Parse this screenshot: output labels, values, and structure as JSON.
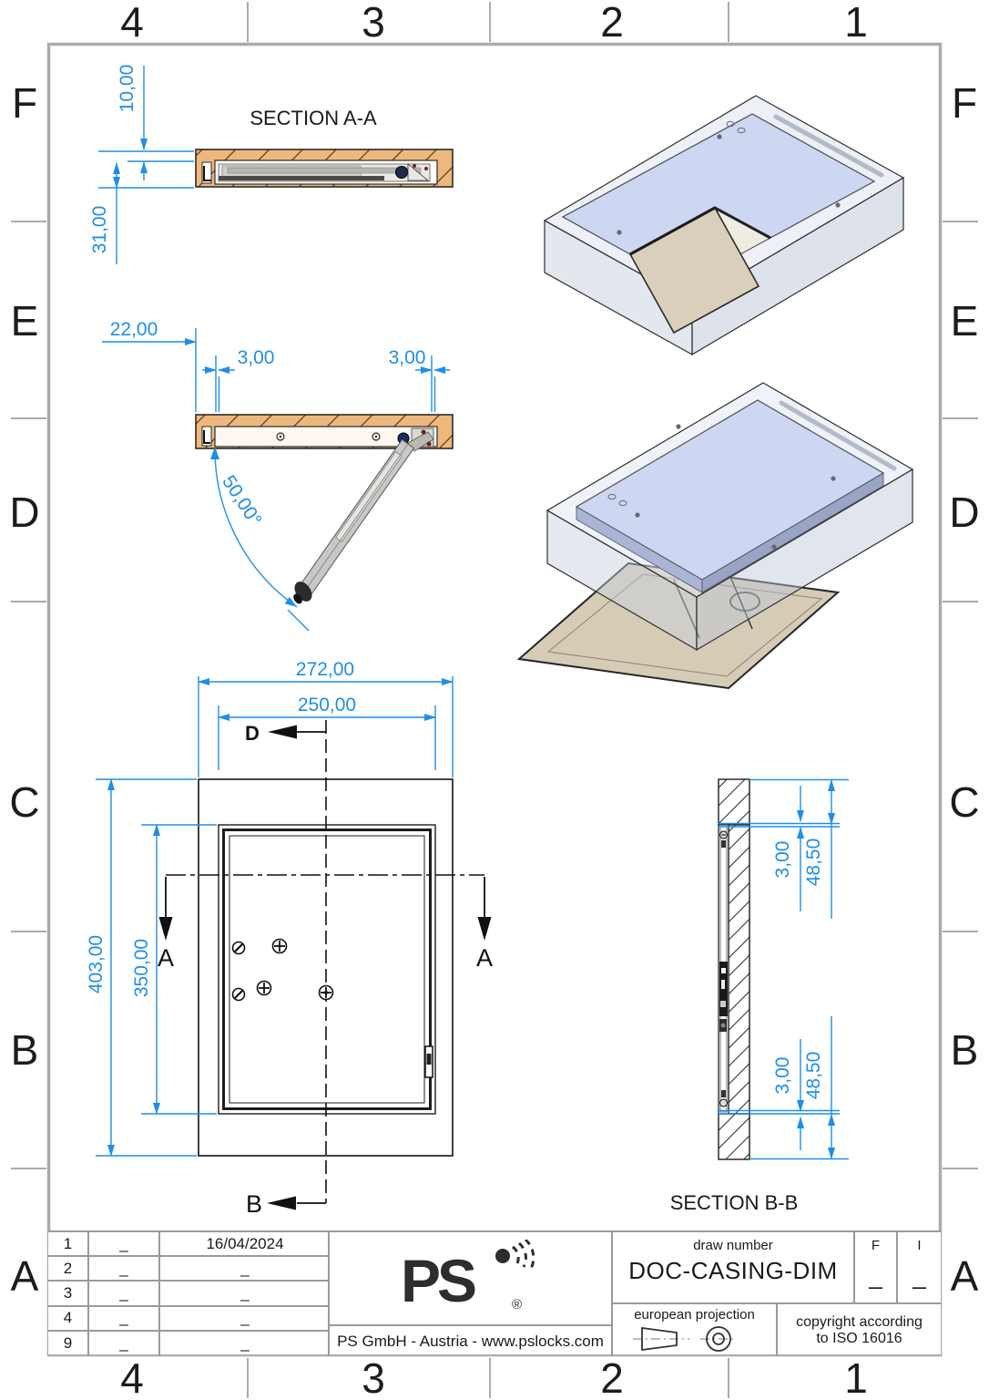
{
  "page": {
    "bg": "#ffffff",
    "frame_color": "#ababab",
    "ink_color": "#1c1c1c",
    "dim_color": "#1e8fe8",
    "wood_color": "#eeb87c"
  },
  "grid": {
    "cols": [
      "4",
      "3",
      "2",
      "1"
    ],
    "rows": [
      "F",
      "E",
      "D",
      "C",
      "B",
      "A"
    ]
  },
  "section_aa": {
    "title": "SECTION A-A",
    "dim_10": "10,00",
    "dim_31": "31,00"
  },
  "section_open": {
    "dim_22": "22,00",
    "dim_3_left": "3,00",
    "dim_3_right": "3,00",
    "dim_angle": "50,00°"
  },
  "front_view": {
    "dim_272": "272,00",
    "dim_250": "250,00",
    "dim_403": "403,00",
    "dim_350": "350,00",
    "label_d": "D",
    "label_b": "B",
    "label_a_left": "A",
    "label_a_right": "A"
  },
  "section_bb": {
    "title": "SECTION B-B",
    "dim_3_top": "3,00",
    "dim_485_top": "48,50",
    "dim_3_bottom": "3,00",
    "dim_485_bottom": "48,50"
  },
  "title_block": {
    "revisions": [
      {
        "no": "1",
        "mark": "_",
        "date": "16/04/2024"
      },
      {
        "no": "2",
        "mark": "_",
        "date": "_"
      },
      {
        "no": "3",
        "mark": "_",
        "date": "_"
      },
      {
        "no": "4",
        "mark": "_",
        "date": "_"
      },
      {
        "no": "9",
        "mark": "_",
        "date": "_"
      }
    ],
    "logo_text": "PS",
    "registered": "®",
    "company": "PS GmbH - Austria - www.pslocks.com",
    "draw_number_label": "draw number",
    "draw_number": "DOC-CASING-DIM",
    "rev_f_label": "F",
    "rev_f_value": "_",
    "rev_i_label": "I",
    "rev_i_value": "_",
    "projection_label": "european projection",
    "copyright_line1": "copyright according",
    "copyright_line2": "to ISO 16016"
  }
}
